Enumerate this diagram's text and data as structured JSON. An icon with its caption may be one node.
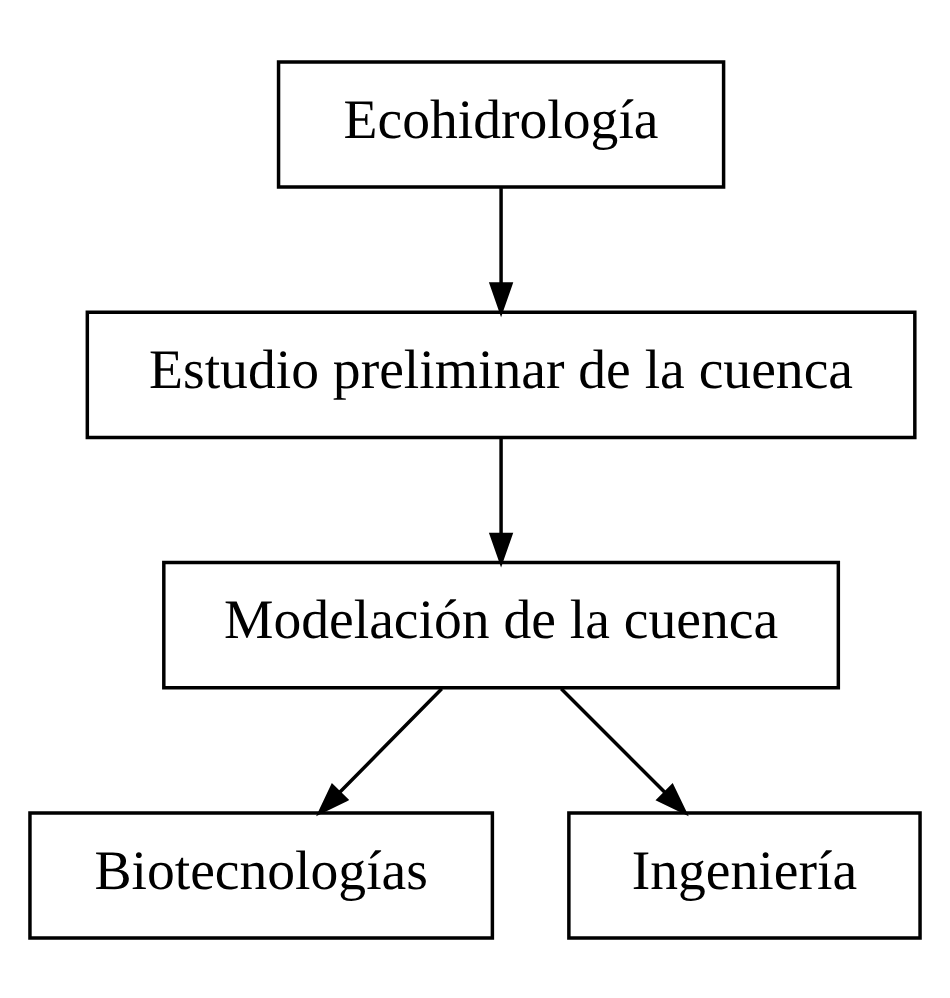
{
  "diagram": {
    "nodes": [
      {
        "text": [
          "Ecohidrología"
        ]
      },
      {
        "text": [
          "Estudio preliminar de la cuenca"
        ]
      },
      {
        "text": [
          "Modelación de la cuenca"
        ]
      },
      {
        "text": [
          "Biotecnologías"
        ]
      },
      {
        "text": [
          "Ingeniería"
        ]
      }
    ],
    "edges": [
      {
        "from": 0,
        "to": 1,
        "arrow": "to"
      },
      {
        "from": 1,
        "to": 2,
        "arrow": "to"
      },
      {
        "from": 2,
        "to": 3,
        "arrow": "to"
      },
      {
        "from": 2,
        "to": 4,
        "arrow": "to"
      }
    ]
  }
}
